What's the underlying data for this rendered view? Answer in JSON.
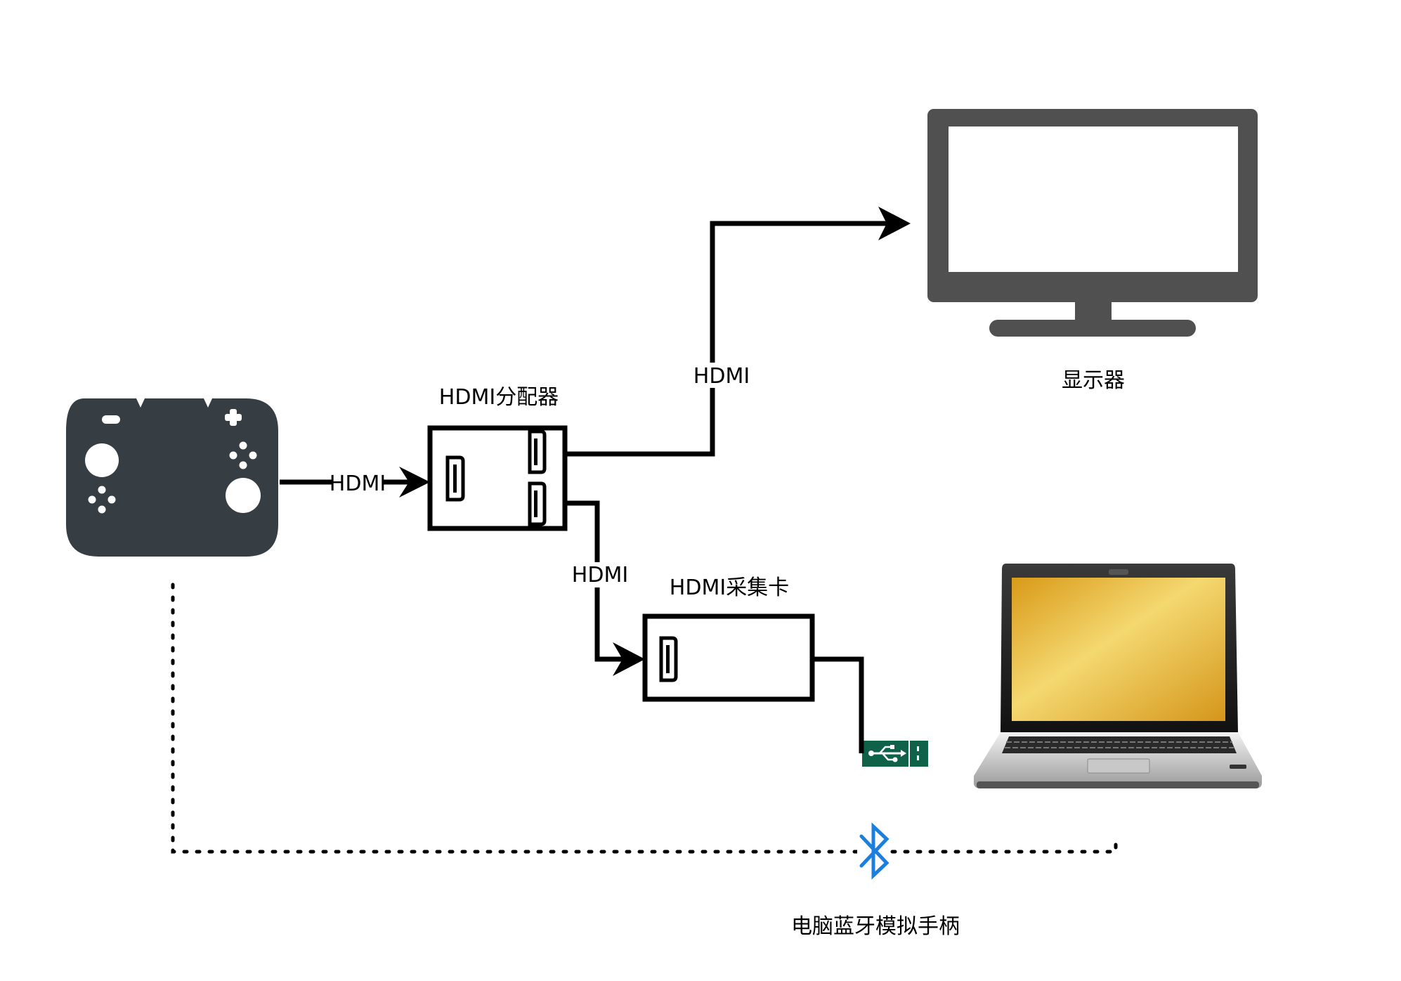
{
  "labels": {
    "splitter_title": "HDMI分配器",
    "capture_title": "HDMI采集卡",
    "monitor_title": "显示器",
    "bluetooth_caption": "电脑蓝牙模拟手柄"
  },
  "edges": {
    "console_to_splitter": "HDMI",
    "splitter_to_monitor": "HDMI",
    "splitter_to_capture": "HDMI"
  },
  "colors": {
    "console_body": "#363e44",
    "monitor": "#505050",
    "usb_green": "#0f6147",
    "bluetooth_blue": "#1b7fe0",
    "laptop_screen": "#e8b032",
    "line": "#000000"
  },
  "icons": {
    "console": "game-console-icon",
    "monitor": "monitor-icon",
    "laptop": "laptop-icon",
    "usb": "usb-plug-icon",
    "bluetooth": "bluetooth-icon",
    "hdmi_port": "hdmi-port-icon"
  }
}
